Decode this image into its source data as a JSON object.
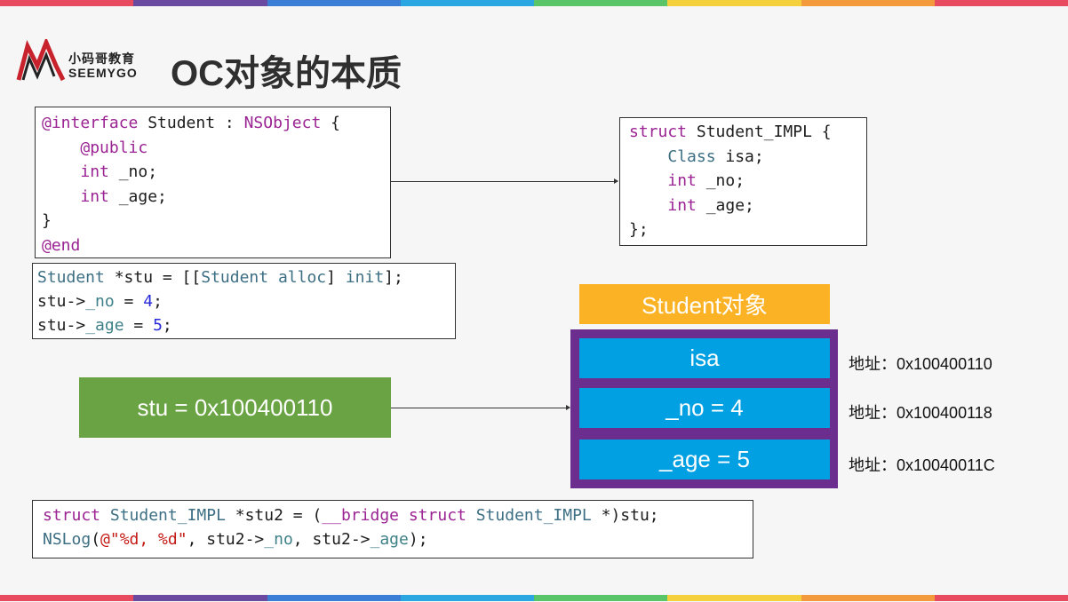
{
  "stripe_colors": [
    "#e84a5f",
    "#6a4aa0",
    "#3a7fd5",
    "#2aa6e0",
    "#5ac468",
    "#f5d03d",
    "#f39a3c",
    "#e84a5f"
  ],
  "logo": {
    "cn": "小码哥教育",
    "en": "SEEMYGO",
    "color": "#c8232c"
  },
  "title": "OC对象的本质",
  "code_interface": {
    "l1_kw": "@interface",
    "l1_a": " Student : ",
    "l1_ty": "NSObject",
    "l1_b": " {",
    "l2_kw": "@public",
    "l3_kw": "int",
    "l3_b": " _no;",
    "l4_kw": "int",
    "l4_b": " _age;",
    "l5": "}",
    "l6_kw": "@end"
  },
  "code_impl": {
    "l1_kw": "struct",
    "l1_b": " Student_IMPL {",
    "l2_ty": "Class",
    "l2_b": " isa;",
    "l3_kw": "int",
    "l3_b": " _no;",
    "l4_kw": "int",
    "l4_b": " _age;",
    "l5": "};"
  },
  "code_alloc": {
    "l1_ty": "Student",
    "l1_a": " *stu = [[",
    "l1_ty2": "Student",
    "l1_b": " ",
    "l1_kw": "alloc",
    "l1_c": "] ",
    "l1_kw2": "init",
    "l1_d": "];",
    "l2_a": "stu->",
    "l2_pr": "_no",
    "l2_b": " = ",
    "l2_nm": "4",
    "l2_c": ";",
    "l3_a": "stu->",
    "l3_pr": "_age",
    "l3_b": " = ",
    "l3_nm": "5",
    "l3_c": ";"
  },
  "code_bridge": {
    "l1_kw": "struct",
    "l1_a": " ",
    "l1_ty": "Student_IMPL",
    "l1_b": " *stu2 = (",
    "l1_kw2": "__bridge",
    "l1_c": " ",
    "l1_kw3": "struct",
    "l1_d": " ",
    "l1_ty2": "Student_IMPL",
    "l1_e": " *)stu;",
    "l2_ty": "NSLog",
    "l2_a": "(",
    "l2_st": "@\"%d, %d\"",
    "l2_b": ", stu2->",
    "l2_pr": "_no",
    "l2_c": ", stu2->",
    "l2_pr2": "_age",
    "l2_d": ");"
  },
  "stu_box": "stu = 0x100400110",
  "object_label": "Student对象",
  "fields": {
    "isa": "isa",
    "no": "_no = 4",
    "age": "_age = 5"
  },
  "addresses": [
    "地址：0x100400110",
    "地址：0x100400118",
    "地址：0x10040011C"
  ]
}
